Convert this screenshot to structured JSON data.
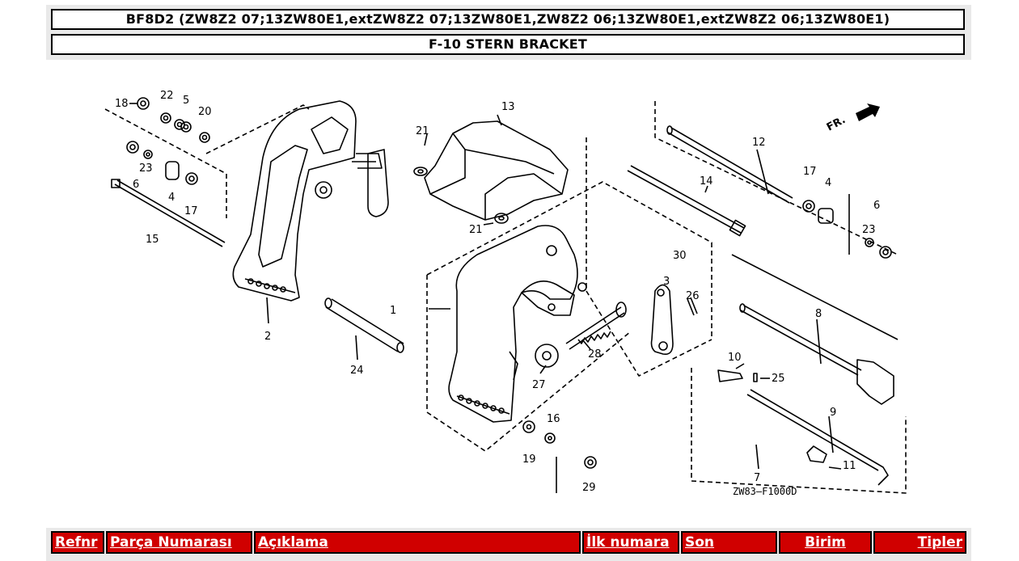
{
  "header": {
    "model_line": "BF8D2 (ZW8Z2 07;13ZW80E1,extZW8Z2 07;13ZW80E1,ZW8Z2 06;13ZW80E1,extZW8Z2 06;13ZW80E1)",
    "section_title": "F-10 STERN BRACKET"
  },
  "diagram": {
    "front_marker": "FR.",
    "drawing_code": "ZW83—F1000D",
    "callouts": [
      "18",
      "22",
      "5",
      "20",
      "23",
      "6",
      "4",
      "17",
      "15",
      "2",
      "24",
      "21",
      "13",
      "21",
      "1",
      "12",
      "14",
      "17",
      "4",
      "6",
      "23",
      "30",
      "3",
      "26",
      "28",
      "27",
      "8",
      "10",
      "25",
      "9",
      "11",
      "7",
      "16",
      "19",
      "29"
    ]
  },
  "table": {
    "columns": [
      {
        "label": "Refnr"
      },
      {
        "label": "Parça Numarası"
      },
      {
        "label": "Açıklama"
      },
      {
        "label": "İlk numara"
      },
      {
        "label": "Son"
      },
      {
        "label": "Birim"
      },
      {
        "label": "Tipler"
      }
    ]
  }
}
